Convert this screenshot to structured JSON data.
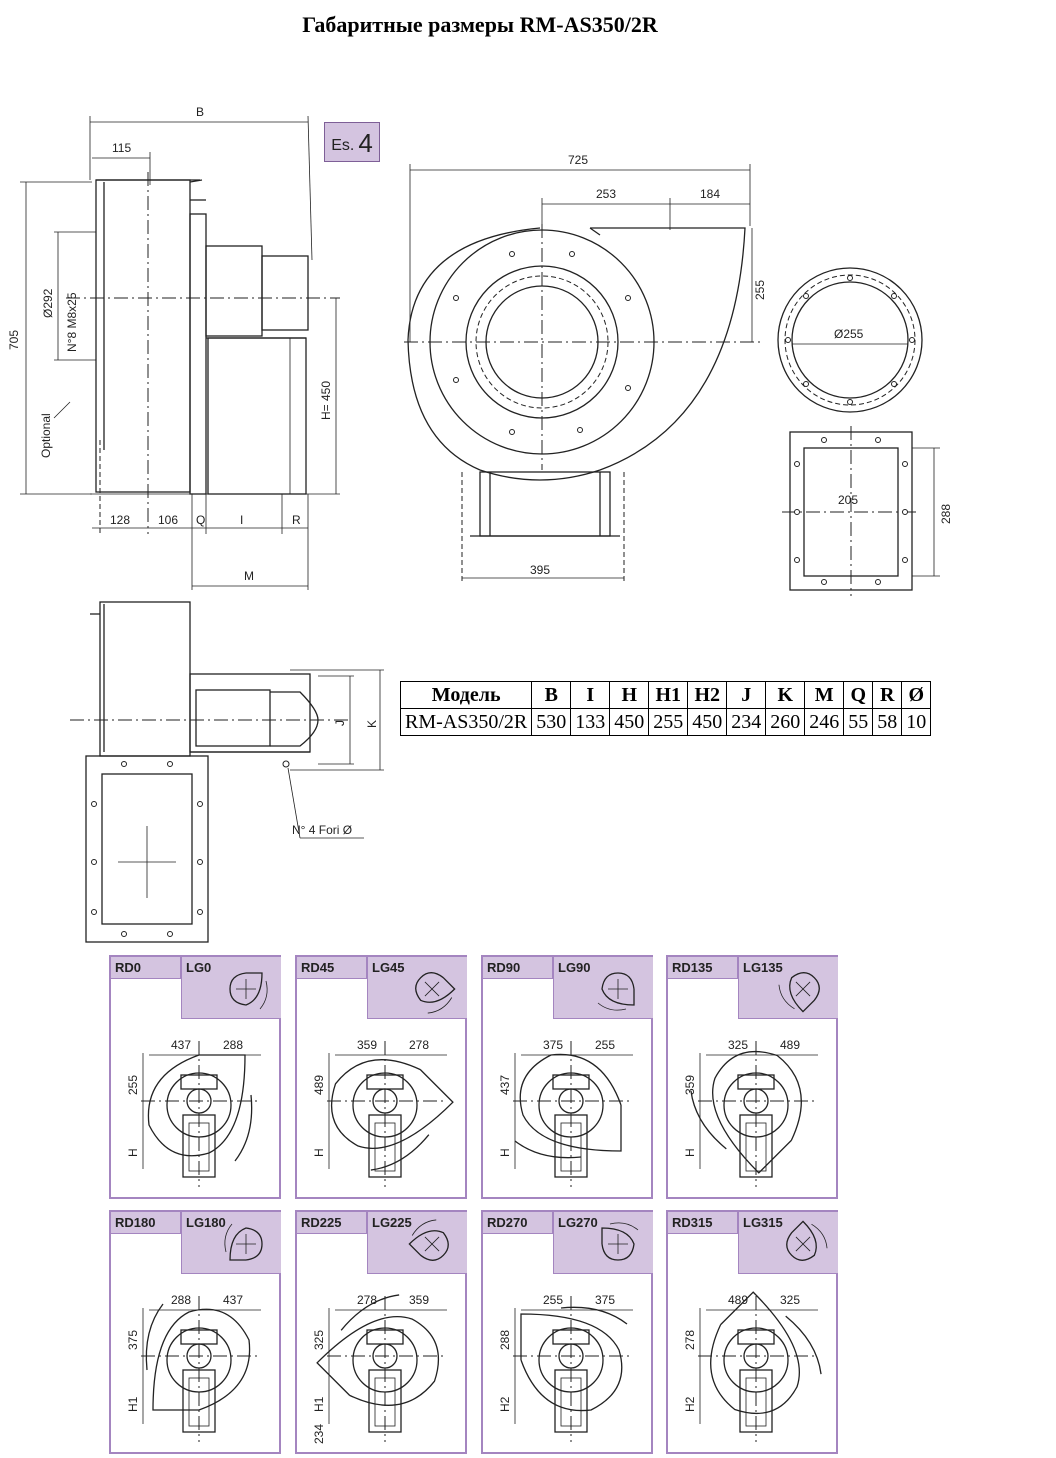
{
  "title": "Габаритные размеры RM-AS350/2R",
  "badge": {
    "prefix": "Es.",
    "number": "4"
  },
  "side_view": {
    "dim_B": "B",
    "dim_115": "115",
    "dim_705": "705",
    "dim_d292": "Ø292",
    "dim_m8": "N°8 M8x25",
    "optional": "Optional",
    "dim_H": "H= 450",
    "dim_128": "128",
    "dim_106": "106",
    "dim_Q": "Q",
    "dim_I": "I",
    "dim_R": "R",
    "dim_M": "M"
  },
  "front_view": {
    "dim_725": "725",
    "dim_253": "253",
    "dim_184": "184",
    "dim_255": "255",
    "dim_395": "395"
  },
  "inlet_flange": {
    "dim": "Ø255"
  },
  "outlet_flange": {
    "dim_w": "205",
    "dim_h": "288"
  },
  "top_view": {
    "dim_J": "J",
    "dim_K": "K",
    "holes": "N° 4 Fori Ø"
  },
  "table": {
    "headers": [
      "Модель",
      "B",
      "I",
      "H",
      "H1",
      "H2",
      "J",
      "K",
      "M",
      "Q",
      "R",
      "Ø"
    ],
    "rows": [
      [
        "RM-AS350/2R",
        "530",
        "133",
        "450",
        "255",
        "450",
        "234",
        "260",
        "246",
        "55",
        "58",
        "10"
      ]
    ]
  },
  "orientations": [
    {
      "rd": "RD0",
      "lg": "LG0",
      "w1": "437",
      "w2": "288",
      "h1": "255",
      "h2": "H"
    },
    {
      "rd": "RD45",
      "lg": "LG45",
      "w1": "359",
      "w2": "278",
      "h1": "489",
      "h2": "H"
    },
    {
      "rd": "RD90",
      "lg": "LG90",
      "w1": "375",
      "w2": "255",
      "h1": "437",
      "h2": "H"
    },
    {
      "rd": "RD135",
      "lg": "LG135",
      "w1": "325",
      "w2": "489",
      "h1": "359",
      "h2": "H"
    },
    {
      "rd": "RD180",
      "lg": "LG180",
      "w1": "288",
      "w2": "437",
      "h1": "375",
      "h2": "H1"
    },
    {
      "rd": "RD225",
      "lg": "LG225",
      "w1": "278",
      "w2": "359",
      "h1": "325",
      "h2": "H1",
      "h3": "234"
    },
    {
      "rd": "RD270",
      "lg": "LG270",
      "w1": "255",
      "w2": "375",
      "h1": "288",
      "h2": "H2"
    },
    {
      "rd": "RD315",
      "lg": "LG315",
      "w1": "489",
      "w2": "325",
      "h1": "278",
      "h2": "H2"
    }
  ]
}
